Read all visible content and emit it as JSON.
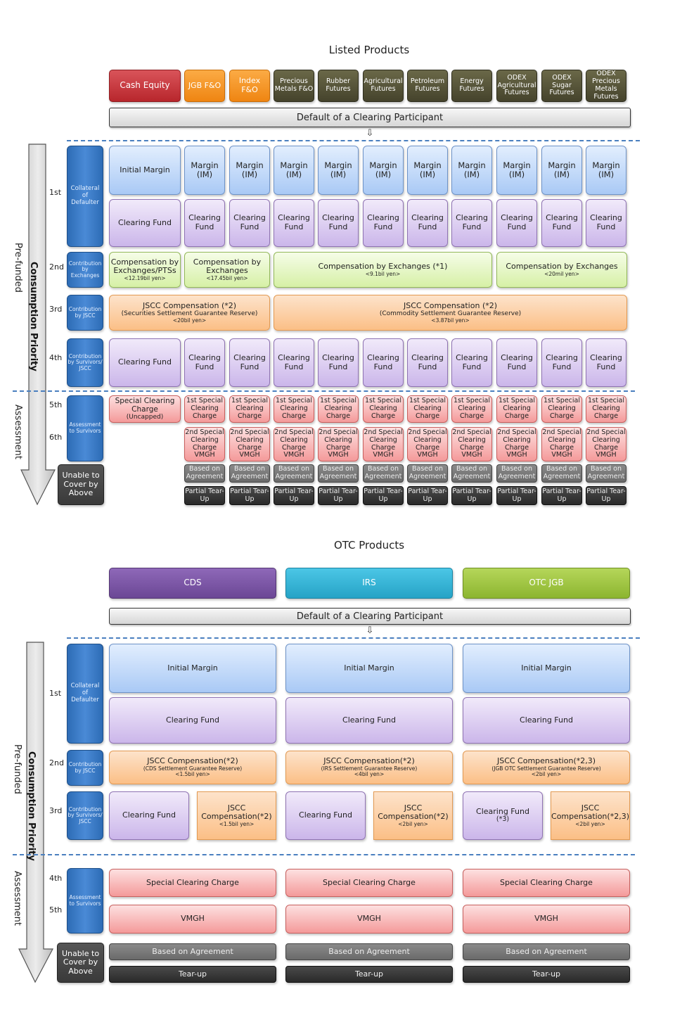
{
  "listed": {
    "title": "Listed Products",
    "products": [
      "Cash Equity",
      "JGB F&O",
      "Index F&O",
      "Precious Metals F&O",
      "Rubber Futures",
      "Agricultural Futures",
      "Petroleum Futures",
      "Energy Futures",
      "ODEX Agricultural Futures",
      "ODEX Sugar Futures",
      "ODEX Precious Metals Futures"
    ],
    "product_colors": [
      "#c0343a",
      "#f39222",
      "#f39222",
      "#4f4d33",
      "#4f4d33",
      "#4f4d33",
      "#4f4d33",
      "#4f4d33",
      "#4f4d33",
      "#4f4d33",
      "#4f4d33"
    ],
    "default_label": "Default of a Clearing Participant",
    "arrow_label": "Consumption Priority",
    "prefunded_label": "Pre-funded",
    "assessment_label": "Assessment",
    "ranks": [
      "1st",
      "2nd",
      "3rd",
      "4th",
      "5th",
      "6th"
    ],
    "categories": {
      "collateral": "Collateral of Defaulter",
      "contrib_exchanges": "Contribution by Exchanges",
      "contrib_jscc": "Contribution by JSCC",
      "contrib_survivors": "Contribution by Survivors/ JSCC",
      "assessment": "Assessment to Survivors",
      "unable": "Unable to Cover by Above"
    },
    "initial_margin_first": "Initial Margin",
    "margin_im": "Margin (IM)",
    "clearing_fund": "Clearing Fund",
    "compensation_exchanges": [
      {
        "label": "Compensation by Exchanges/PTSs",
        "amount": "<12.19bil yen>"
      },
      {
        "label": "Compensation by Exchanges",
        "amount": "<17.45bil yen>"
      },
      {
        "label": "Compensation by Exchanges (*1)",
        "amount": "<9.1bil yen>"
      },
      {
        "label": "Compensation by Exchanges",
        "amount": "<20mil yen>"
      }
    ],
    "jscc_compensation": [
      {
        "label": "JSCC Compensation (*2)",
        "reserve": "(Securities Settlement Guarantee Reserve)",
        "amount": "<20bil yen>"
      },
      {
        "label": "JSCC Compensation (*2)",
        "reserve": "(Commodity Settlement Guarantee Reserve)",
        "amount": "<3.87bil yen>"
      }
    ],
    "special_clearing_charge": {
      "label": "Special Clearing Charge",
      "note": "(Uncapped)"
    },
    "first_special": "1st Special Clearing Charge",
    "second_special": "2nd Special Clearing Charge VMGH",
    "based_on_agreement": "Based on Agreement",
    "partial_tear_up": "Partial Tear-Up"
  },
  "otc": {
    "title": "OTC Products",
    "products": [
      "CDS",
      "IRS",
      "OTC JGB"
    ],
    "product_colors": [
      "#7a55a8",
      "#35b5d8",
      "#9cc443"
    ],
    "default_label": "Default of a Clearing Participant",
    "arrow_label": "Consumption Priority",
    "prefunded_label": "Pre-funded",
    "assessment_label": "Assessment",
    "ranks": [
      "1st",
      "2nd",
      "3rd",
      "4th",
      "5th"
    ],
    "categories": {
      "collateral": "Collateral of Defaulter",
      "contrib_jscc": "Contribution by JSCC",
      "contrib_survivors": "Contribution by Survivors/ JSCC",
      "assessment": "Assessment to Survivors",
      "unable": "Unable to Cover by Above"
    },
    "initial_margin": "Initial Margin",
    "clearing_fund": "Clearing Fund",
    "jscc_reserves": [
      {
        "label": "JSCC Compensation(*2)",
        "reserve": "(CDS Settlement Guarantee Reserve)",
        "amount": "<1.5bil yen>"
      },
      {
        "label": "JSCC Compensation(*2)",
        "reserve": "(IRS Settlement Guarantee Reserve)",
        "amount": "<4bil yen>"
      },
      {
        "label": "JSCC Compensation(*2,3)",
        "reserve": "(JGB OTC Settlement Guarantee Reserve)",
        "amount": "<2bil yen>"
      }
    ],
    "third_row": [
      {
        "cf": "Clearing Fund",
        "cf_note": "",
        "jscc": "JSCC Compensation(*2)",
        "amount": "<1.5bil yen>"
      },
      {
        "cf": "Clearing Fund",
        "cf_note": "",
        "jscc": "JSCC Compensation(*2)",
        "amount": "<2bil yen>"
      },
      {
        "cf": "Clearing Fund",
        "cf_note": "(*3)",
        "jscc": "JSCC Compensation(*2,3)",
        "amount": "<2bil yen>"
      }
    ],
    "special_clearing_charge": "Special Clearing Charge",
    "vmgh": "VMGH",
    "based_on_agreement": "Based on Agreement",
    "tear_up": "Tear-up"
  }
}
